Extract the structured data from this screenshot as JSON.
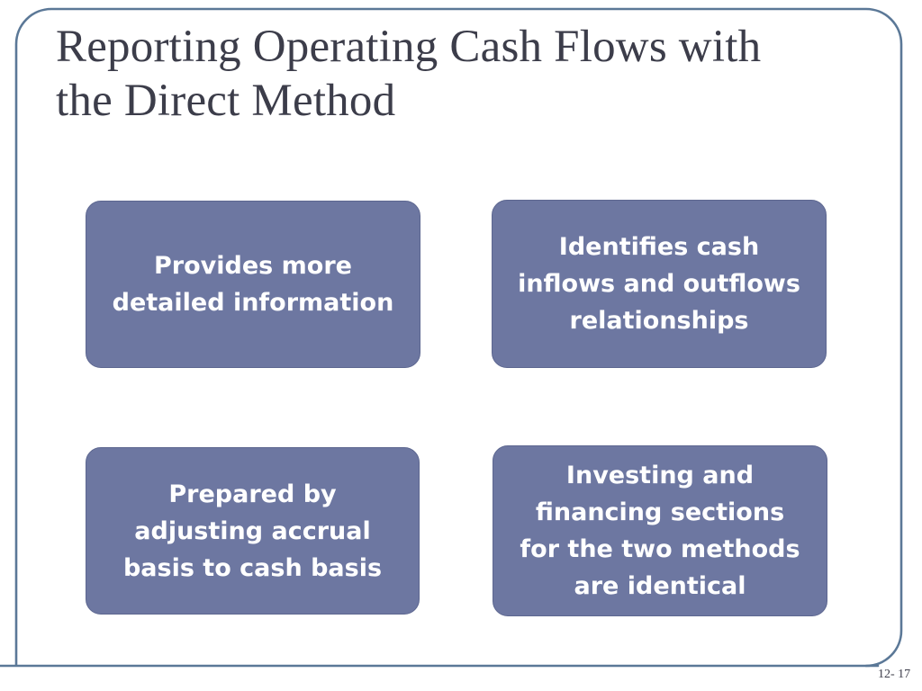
{
  "slide": {
    "title": "Reporting Operating Cash Flows with\nthe Direct Method",
    "page_number": "12- 17",
    "colors": {
      "background": "#ffffff",
      "frame_border": "#5b7897",
      "title_text": "#3c3d4a",
      "box_fill": "#6d77a1",
      "box_border": "#5d6790",
      "box_text": "#ffffff"
    }
  },
  "boxes": [
    {
      "id": "provides-more-detailed-information",
      "text": "Provides more\ndetailed information"
    },
    {
      "id": "identifies-cash-inflows-outflows-relationships",
      "text": "Identifies cash\ninflows and outflows\nrelationships"
    },
    {
      "id": "prepared-by-adjusting-accrual-basis",
      "text": "Prepared by\nadjusting accrual\nbasis to cash basis"
    },
    {
      "id": "investing-financing-sections-identical",
      "text": "Investing and\nfinancing sections\nfor the two methods\nare identical"
    }
  ]
}
